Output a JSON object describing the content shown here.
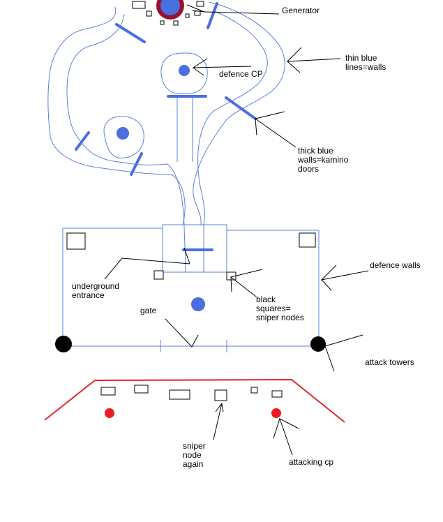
{
  "colors": {
    "background": "#ffffff",
    "thin_wall": "#5a7fe0",
    "thick_wall": "#4a6fe0",
    "defence_cp": "#4a6fe0",
    "generator_ring": "#9a1030",
    "attack_tower": "#000000",
    "attacking_cp": "#ee1c24",
    "attack_line": "#e3262b",
    "callout_line": "#000000"
  },
  "labels": {
    "generator": "Generator",
    "thin_lines": [
      "thin blue",
      "lines=walls"
    ],
    "defence_cp": "defence CP",
    "thick_walls": [
      "thick blue",
      "walls=kamino",
      "doors"
    ],
    "defence_walls": "defence walls",
    "underground_entrance": [
      "underground",
      "entrance"
    ],
    "black_squares": [
      "black",
      "squares=",
      "sniper nodes"
    ],
    "gate": "gate",
    "attack_towers": "attack towers",
    "sniper_node_again": [
      "sniper",
      "node",
      "again"
    ],
    "attacking_cp": "attacking cp"
  }
}
